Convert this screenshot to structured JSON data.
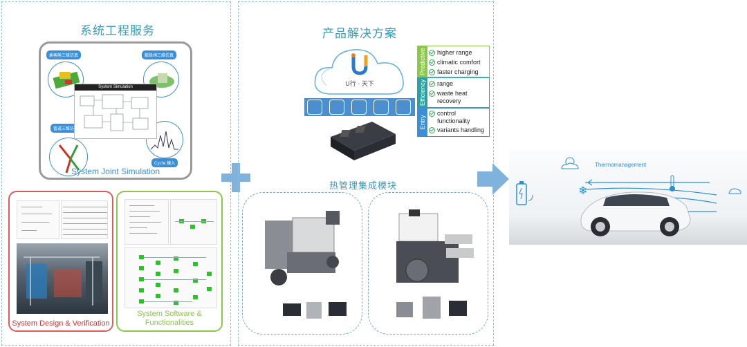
{
  "left_panel": {
    "title": "系统工程服务",
    "simulation": {
      "caption": "System Joint Simulation",
      "center_label": "System Simulation",
      "pills": {
        "top_left": "乘客舱三维仿真",
        "top_right": "膨胀阀三维仿真",
        "mid_left": "管道三维仿真",
        "bottom_right": "Cycle 输入"
      }
    },
    "design_panel_caption": "System Design & Verification",
    "software_panel_caption": "System Software & Functionalities"
  },
  "middle_panel": {
    "title": "产品解决方案",
    "cloud_logo": "U行 · 天下",
    "feature_groups": [
      {
        "tab": "Predictive",
        "items": [
          "higher range",
          "climatic comfort",
          "faster charging"
        ]
      },
      {
        "tab": "Efficiency",
        "items": [
          "range",
          "waste heat recovery"
        ]
      },
      {
        "tab": "Entry",
        "items": [
          "control functionality",
          "variants handling"
        ]
      }
    ],
    "module_title": "热管理集成模块"
  },
  "right_panel": {
    "thermo_label": "Thermomanagement"
  },
  "colors": {
    "accent_blue": "#3a8fd8",
    "title_teal": "#3a9ab8",
    "red_border": "#e05a5a",
    "green_border": "#8cc64a",
    "feature_teal": "#2aa0a0",
    "arrow_blue": "#7fb3dd"
  },
  "icons": [
    "plus-icon",
    "arrow-right-icon",
    "battery-icon",
    "sun-cloud-icon",
    "snowflake-icon",
    "thermometer-icon",
    "car-icon"
  ]
}
